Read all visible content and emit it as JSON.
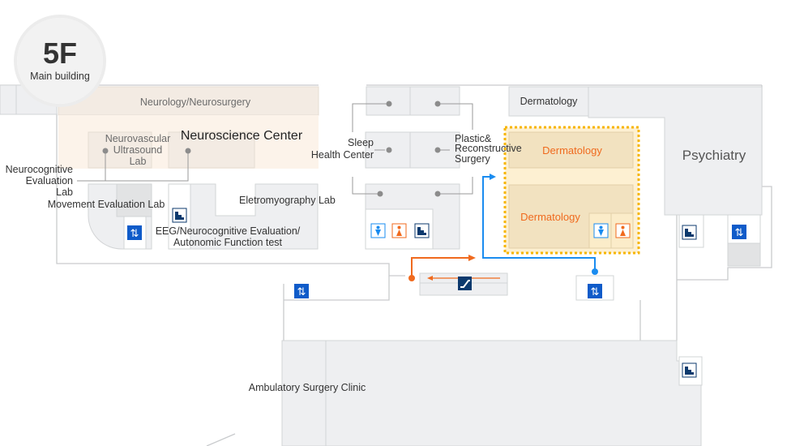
{
  "floor_badge": {
    "floor": "5F",
    "building": "Main building"
  },
  "labels": {
    "neurology": "Neurology/Neurosurgery",
    "neuroscience_center": "Neuroscience Center",
    "neurovascular": [
      "Neurovascular",
      "Ultrasound",
      "Lab"
    ],
    "neurocognitive": [
      "Neurocognitive",
      "Evaluation",
      "Lab"
    ],
    "movement_lab": "Movement Evaluation Lab",
    "emg_lab": "Eletromyography Lab",
    "eeg": [
      "EEG/Neurocognitive Evaluation/",
      "Autonomic Function test"
    ],
    "sleep": [
      "Sleep",
      "Health Center"
    ],
    "plastic": [
      "Plastic&",
      "Reconstructive",
      "Surgery"
    ],
    "dermatology_top": "Dermatology",
    "dermatology_hl1": "Dermatology",
    "dermatology_hl2": "Dermatology",
    "psychiatry": "Psychiatry",
    "ambulatory": "Ambulatory Surgery Clinic"
  },
  "colors": {
    "highlight_border": "#f7b500",
    "highlight_fill": "#fdf0d2",
    "route_blue": "#1a8cf0",
    "route_orange": "#f06a1e",
    "elevator": "#0f5bc9",
    "stairs": "#0d3a6e"
  }
}
